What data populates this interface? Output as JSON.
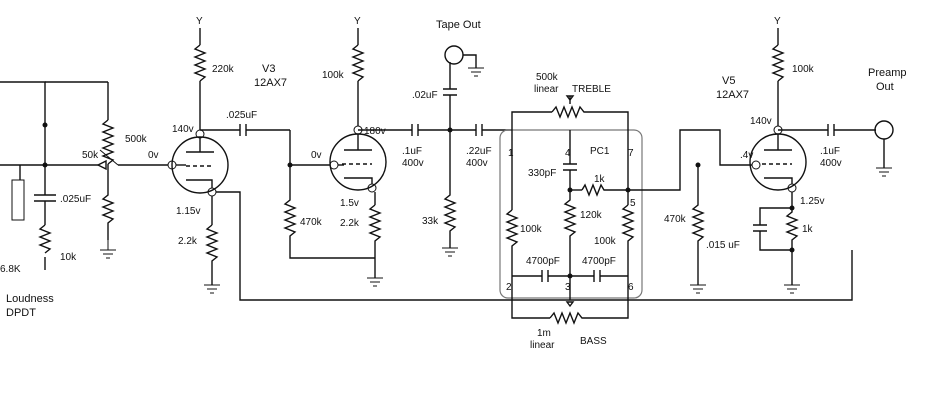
{
  "supply_labels": [
    "Y",
    "Y",
    "Y"
  ],
  "tape_out": "Tape Out",
  "preamp_out": [
    "Preamp",
    "Out"
  ],
  "loudness": {
    "value": "6.8K",
    "cap": ".025uF",
    "res": "10k",
    "label": [
      "Loudness",
      "DPDT"
    ]
  },
  "stage1": {
    "plate_res": "220k",
    "tube": [
      "V3",
      "12AX7"
    ],
    "plate_v": "140v",
    "grid_v": "0v",
    "cathode_v": "1.15v",
    "cathode_res": "2.2k",
    "coupling_cap": ".025uF",
    "volume": {
      "a": "50k",
      "b": "500k"
    }
  },
  "stage2": {
    "plate_res": "100k",
    "plate_v": "180v",
    "grid_v": "0v",
    "cathode_v": "1.5v",
    "cathode_res": "2.2k",
    "grid_res": "470k",
    "tape_cap": ".02uF",
    "out_cap": [
      ".1uF",
      "400v"
    ],
    "shunt_res": "33k",
    "tone_cap": [
      ".22uF",
      "400v"
    ]
  },
  "tone_stack": {
    "treble_pot": [
      "500k",
      "linear"
    ],
    "treble_label": "TREBLE",
    "pc": "PC1",
    "cap_330": "330pF",
    "r_1k": "1k",
    "r_100k_left": "100k",
    "r_120k": "120k",
    "r_100k_right": "100k",
    "cap_4700_left": "4700pF",
    "cap_4700_right": "4700pF",
    "bass_pot": [
      "1m",
      "linear"
    ],
    "bass_label": "BASS",
    "pins": [
      "1",
      "2",
      "3",
      "4",
      "5",
      "6",
      "7"
    ]
  },
  "stage3": {
    "tube": [
      "V5",
      "12AX7"
    ],
    "plate_res": "100k",
    "plate_v": "140v",
    "grid_v": ".4v",
    "grid_res": "470k",
    "cathode_v": "1.25v",
    "cathode_res": "1k",
    "bypass_cap": ".015 uF",
    "out_cap": [
      ".1uF",
      "400v"
    ]
  }
}
